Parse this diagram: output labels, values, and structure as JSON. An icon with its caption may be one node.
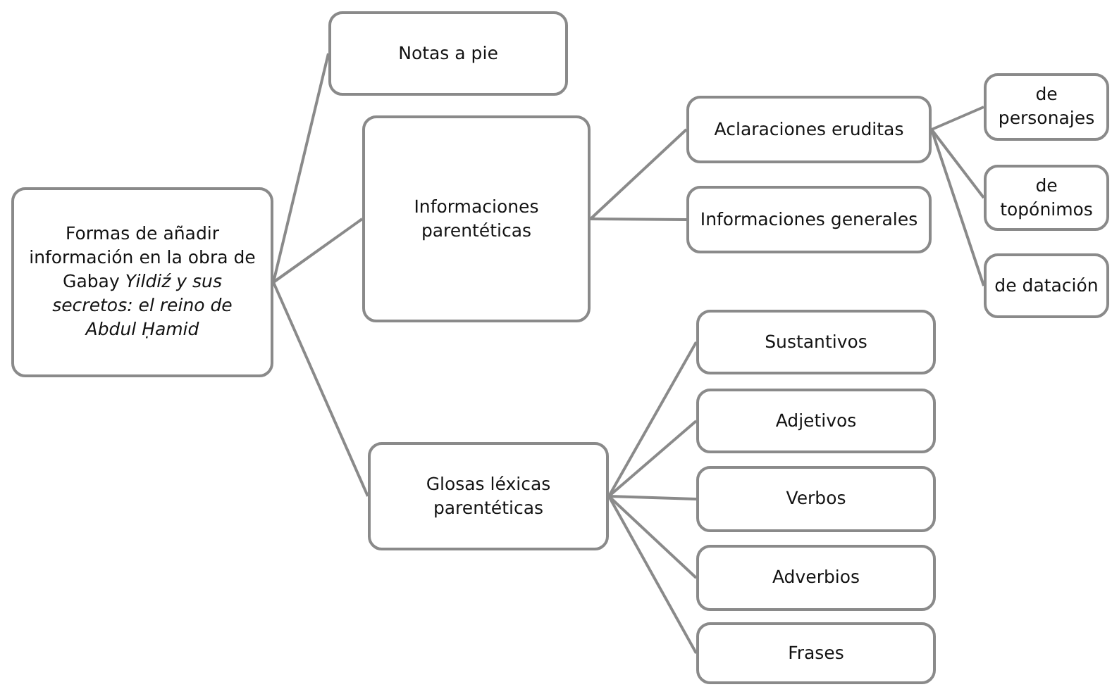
{
  "diagram": {
    "nodes": [
      {
        "text": [
          "Formas de añadir información en la obra de Gabay *Yildiź y sus secretos: el reino de Abdul Ḥamid*"
        ]
      },
      {
        "text": [
          "Notas a pie"
        ]
      },
      {
        "text": [
          "Informaciones parentéticas"
        ]
      },
      {
        "text": [
          "Aclaraciones eruditas"
        ]
      },
      {
        "text": [
          "Informaciones generales"
        ]
      },
      {
        "text": [
          "de personajes"
        ]
      },
      {
        "text": [
          "de topónimos"
        ]
      },
      {
        "text": [
          "de datación"
        ]
      },
      {
        "text": [
          "Glosas léxicas parentéticas"
        ]
      },
      {
        "text": [
          "Sustantivos"
        ]
      },
      {
        "text": [
          "Adjetivos"
        ]
      },
      {
        "text": [
          "Verbos"
        ]
      },
      {
        "text": [
          "Adverbios"
        ]
      },
      {
        "text": [
          "Frases"
        ]
      }
    ],
    "edges": [
      {
        "from": 0,
        "to": 1,
        "arrow": "none"
      },
      {
        "from": 0,
        "to": 2,
        "arrow": "none"
      },
      {
        "from": 0,
        "to": 8,
        "arrow": "none"
      },
      {
        "from": 2,
        "to": 3,
        "arrow": "none"
      },
      {
        "from": 2,
        "to": 4,
        "arrow": "none"
      },
      {
        "from": 3,
        "to": 5,
        "arrow": "none"
      },
      {
        "from": 3,
        "to": 6,
        "arrow": "none"
      },
      {
        "from": 3,
        "to": 7,
        "arrow": "none"
      },
      {
        "from": 8,
        "to": 9,
        "arrow": "none"
      },
      {
        "from": 8,
        "to": 10,
        "arrow": "none"
      },
      {
        "from": 8,
        "to": 11,
        "arrow": "none"
      },
      {
        "from": 8,
        "to": 12,
        "arrow": "none"
      },
      {
        "from": 8,
        "to": 13,
        "arrow": "none"
      }
    ]
  }
}
